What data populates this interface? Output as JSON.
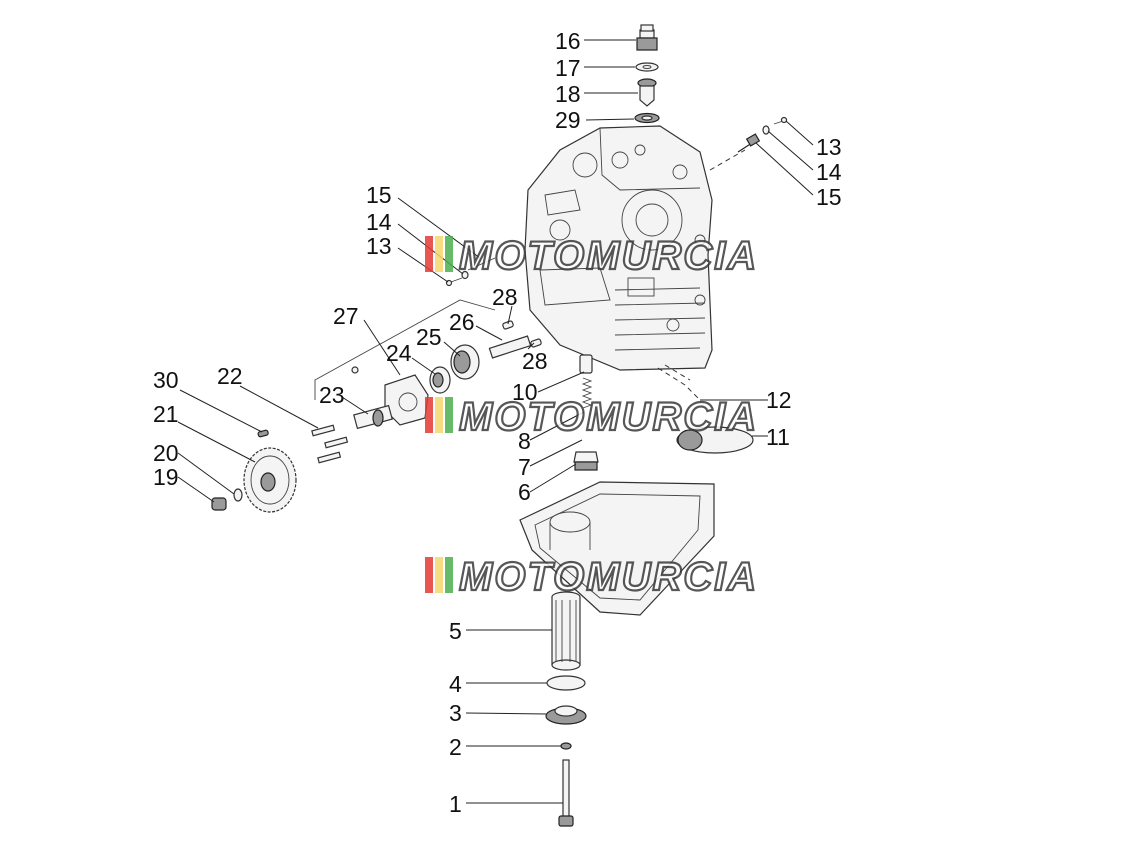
{
  "callouts": [
    {
      "id": "c16",
      "label": "16"
    },
    {
      "id": "c17",
      "label": "17"
    },
    {
      "id": "c18",
      "label": "18"
    },
    {
      "id": "c29",
      "label": "29"
    },
    {
      "id": "c13a",
      "label": "13"
    },
    {
      "id": "c14a",
      "label": "14"
    },
    {
      "id": "c15a",
      "label": "15"
    },
    {
      "id": "c15b",
      "label": "15"
    },
    {
      "id": "c14b",
      "label": "14"
    },
    {
      "id": "c13b",
      "label": "13"
    },
    {
      "id": "c28a",
      "label": "28"
    },
    {
      "id": "c27",
      "label": "27"
    },
    {
      "id": "c26",
      "label": "26"
    },
    {
      "id": "c25",
      "label": "25"
    },
    {
      "id": "c24",
      "label": "24"
    },
    {
      "id": "c28b",
      "label": "28"
    },
    {
      "id": "c30",
      "label": "30"
    },
    {
      "id": "c22",
      "label": "22"
    },
    {
      "id": "c23",
      "label": "23"
    },
    {
      "id": "c21",
      "label": "21"
    },
    {
      "id": "c20",
      "label": "20"
    },
    {
      "id": "c19",
      "label": "19"
    },
    {
      "id": "c10",
      "label": "10"
    },
    {
      "id": "c8",
      "label": "8"
    },
    {
      "id": "c7",
      "label": "7"
    },
    {
      "id": "c6",
      "label": "6"
    },
    {
      "id": "c12",
      "label": "12"
    },
    {
      "id": "c11",
      "label": "11"
    },
    {
      "id": "c5",
      "label": "5"
    },
    {
      "id": "c4",
      "label": "4"
    },
    {
      "id": "c3",
      "label": "3"
    },
    {
      "id": "c2",
      "label": "2"
    },
    {
      "id": "c1",
      "label": "1"
    }
  ],
  "watermark": {
    "text": "MOTOMURCIA",
    "stripe_colors": [
      "#e53935",
      "#f5d76e",
      "#4caf50"
    ]
  }
}
